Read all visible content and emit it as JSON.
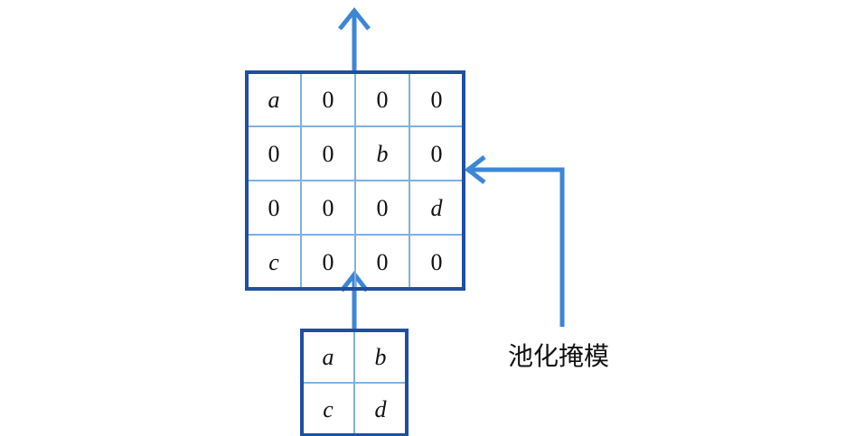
{
  "colors": {
    "frame": "#1f4f9f",
    "inner_grid": "#7fb1e0",
    "arrow": "#3d86d6",
    "text": "#111111"
  },
  "output_matrix": {
    "rows": [
      [
        {
          "text": "a",
          "italic": true
        },
        {
          "text": "0",
          "italic": false
        },
        {
          "text": "0",
          "italic": false
        },
        {
          "text": "0",
          "italic": false
        }
      ],
      [
        {
          "text": "0",
          "italic": false
        },
        {
          "text": "0",
          "italic": false
        },
        {
          "text": "b",
          "italic": true
        },
        {
          "text": "0",
          "italic": false
        }
      ],
      [
        {
          "text": "0",
          "italic": false
        },
        {
          "text": "0",
          "italic": false
        },
        {
          "text": "0",
          "italic": false
        },
        {
          "text": "d",
          "italic": true
        }
      ],
      [
        {
          "text": "c",
          "italic": true
        },
        {
          "text": "0",
          "italic": false
        },
        {
          "text": "0",
          "italic": false
        },
        {
          "text": "0",
          "italic": false
        }
      ]
    ]
  },
  "input_matrix": {
    "rows": [
      [
        {
          "text": "a",
          "italic": true
        },
        {
          "text": "b",
          "italic": true
        }
      ],
      [
        {
          "text": "c",
          "italic": true
        },
        {
          "text": "d",
          "italic": true
        }
      ]
    ]
  },
  "mask_label": "池化掩模"
}
